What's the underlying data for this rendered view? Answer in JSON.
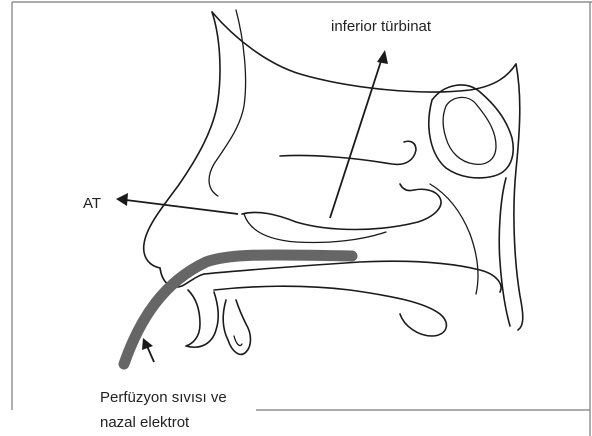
{
  "labels": {
    "inferior_turbinate": "inferior türbinat",
    "at": "AT",
    "perfusion_line1": "Perfüzyon sıvısı ve",
    "perfusion_line2": "nazal elektrot"
  },
  "colors": {
    "line": "#1a1a1a",
    "electrode": "#666666",
    "frame": "#7a7a7a",
    "background": "#ffffff"
  }
}
